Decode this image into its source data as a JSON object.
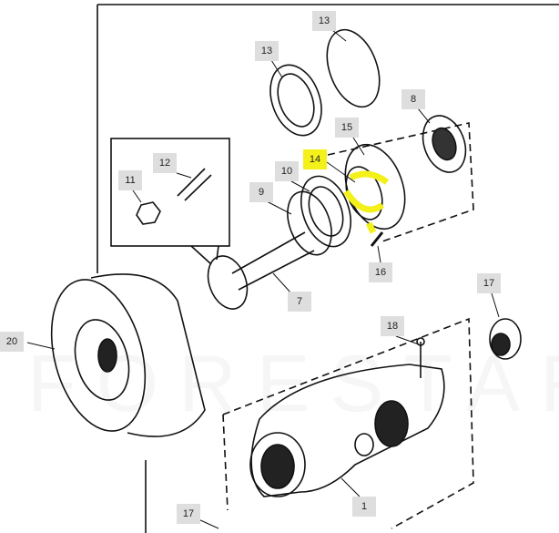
{
  "diagram": {
    "watermark": "FORESTARI",
    "highlight_color": "#f4f01a",
    "callouts": [
      {
        "id": "13a",
        "label": "13"
      },
      {
        "id": "13b",
        "label": "13"
      },
      {
        "id": "8",
        "label": "8"
      },
      {
        "id": "15",
        "label": "15"
      },
      {
        "id": "14",
        "label": "14",
        "highlighted": true
      },
      {
        "id": "10",
        "label": "10"
      },
      {
        "id": "9",
        "label": "9"
      },
      {
        "id": "12",
        "label": "12"
      },
      {
        "id": "11",
        "label": "11"
      },
      {
        "id": "16",
        "label": "16"
      },
      {
        "id": "7",
        "label": "7"
      },
      {
        "id": "17a",
        "label": "17"
      },
      {
        "id": "18",
        "label": "18"
      },
      {
        "id": "20",
        "label": "20"
      },
      {
        "id": "1",
        "label": "1"
      },
      {
        "id": "17b",
        "label": "17"
      }
    ]
  }
}
